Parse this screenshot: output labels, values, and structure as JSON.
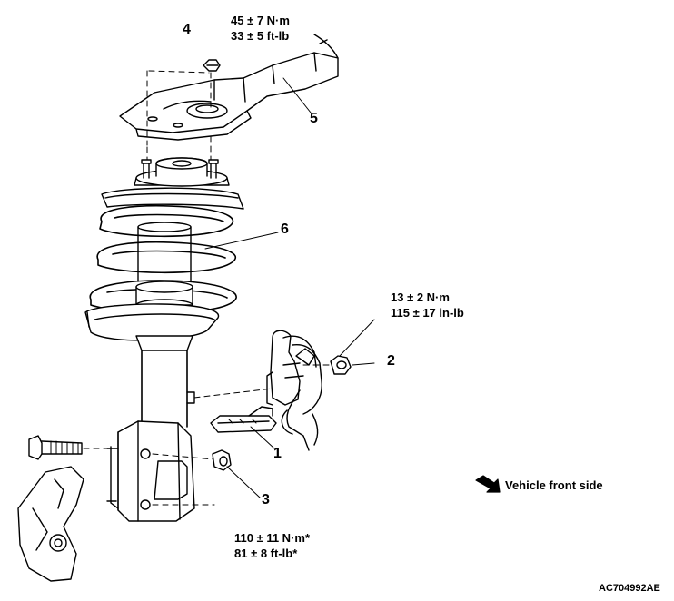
{
  "callouts": {
    "n1": "1",
    "n2": "2",
    "n3": "3",
    "n4": "4",
    "n5": "5",
    "n6": "6"
  },
  "torques": {
    "part4": {
      "metric": "45 ± 7 N·m",
      "imperial": "33 ± 5 ft-lb"
    },
    "part2": {
      "metric": "13 ± 2 N·m",
      "imperial": "115 ± 17 in-lb"
    },
    "part3": {
      "metric": "110 ± 11 N·m*",
      "imperial": "81 ± 8 ft-lb*"
    }
  },
  "direction_note": "Vehicle front side",
  "figure_code": "AC704992AE",
  "colors": {
    "line": "#000000",
    "background": "#ffffff"
  }
}
